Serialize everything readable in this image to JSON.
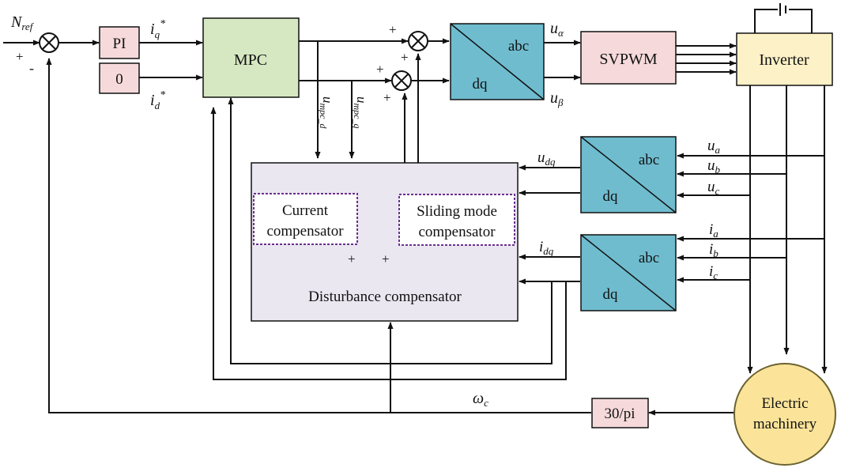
{
  "blocks": {
    "pi": "PI",
    "zero": "0",
    "mpc": "MPC",
    "svpwm": "SVPWM",
    "inverter": "Inverter",
    "thirty_pi": "30/pi",
    "machine_line1": "Electric",
    "machine_line2": "machinery",
    "transform_abc": "abc",
    "transform_dq": "dq",
    "disturbance": "Disturbance compensator",
    "current_comp_line1": "Current",
    "current_comp_line2": "compensator",
    "sliding_comp_line1": "Sliding mode",
    "sliding_comp_line2": "compensator"
  },
  "signals": {
    "n_ref": "N",
    "n_ref_sub": "ref",
    "iq_star": "i",
    "iq_star_sub": "q",
    "id_star": "i",
    "id_star_sub": "d",
    "star": "*",
    "u_alpha": "u",
    "u_alpha_sub": "α",
    "u_beta": "u",
    "u_beta_sub": "β",
    "u_mpc_d": "u",
    "u_mpc_d_sub": "mpc_d",
    "u_mpc_q": "u",
    "u_mpc_q_sub": "mpc_q",
    "u_dq": "u",
    "u_dq_sub": "dq",
    "i_dq": "i",
    "i_dq_sub": "dq",
    "ua": "u",
    "ua_sub": "a",
    "ub": "u",
    "ub_sub": "b",
    "uc": "u",
    "uc_sub": "c",
    "ia": "i",
    "ia_sub": "a",
    "ib": "i",
    "ib_sub": "b",
    "ic": "i",
    "ic_sub": "c",
    "omega": "ω",
    "omega_sub": "c"
  },
  "signs": {
    "plus": "+",
    "minus": "-"
  },
  "colors": {
    "pink": "#f6dadb",
    "green": "#d6e8c2",
    "teal": "#6fbccf",
    "inverter": "#fdf1c7",
    "machine": "#fbe49a",
    "machine_stroke": "#6b6330",
    "disturbance": "#ebe7f1",
    "dotted": "#6a2f8f"
  }
}
